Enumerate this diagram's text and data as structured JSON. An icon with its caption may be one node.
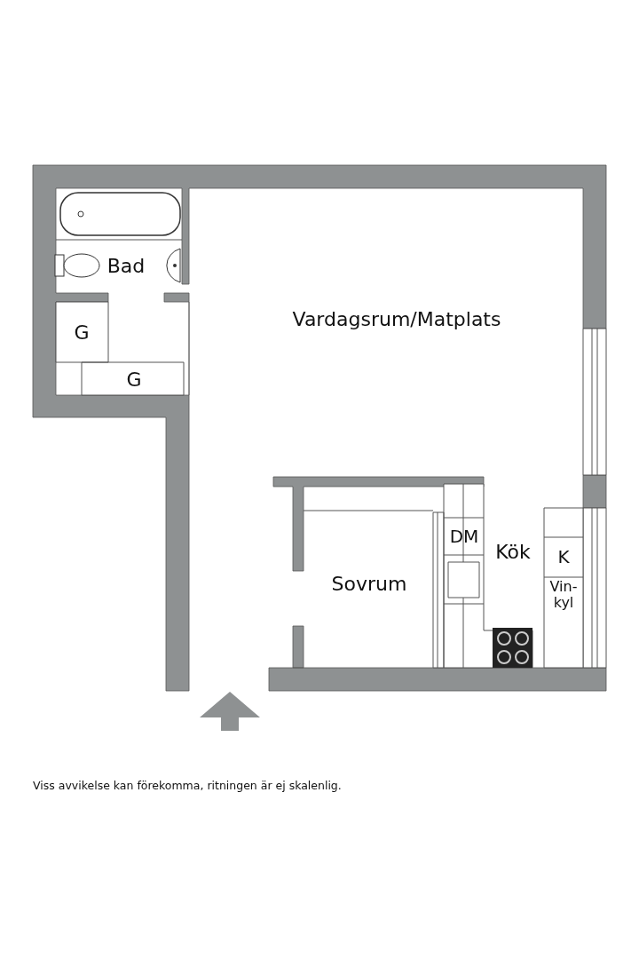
{
  "diagram": {
    "caption": "Viss avvikelse kan förekomma, ritningen är ej skalenlig.",
    "labels": [
      "Bad",
      "G",
      "Vardagsrum/Matplats",
      "G",
      "DM",
      "Kök",
      "K",
      "Vin- kyl",
      "Sovrum"
    ]
  }
}
